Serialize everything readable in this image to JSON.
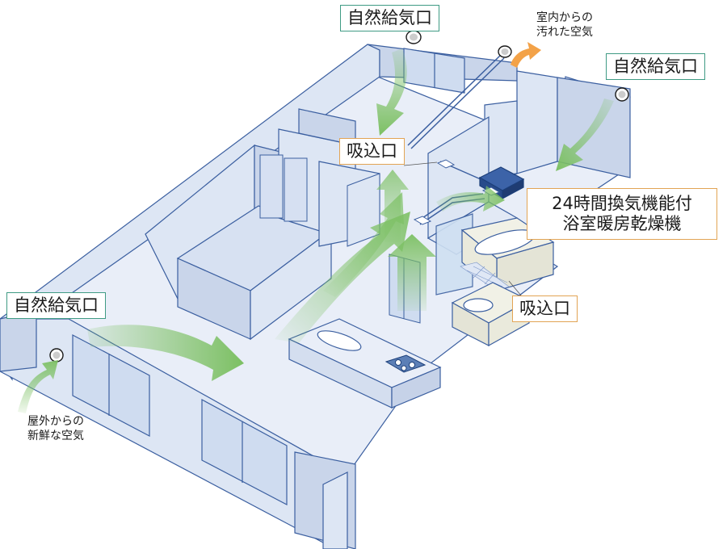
{
  "labels": {
    "natural_inlet": "自然給気口",
    "intake": "吸込口",
    "unit_line1": "24時間換気機能付",
    "unit_line2": "浴室暖房乾燥機"
  },
  "notes": {
    "dirty_air_line1": "室内からの",
    "dirty_air_line2": "汚れた空気",
    "fresh_air_line1": "屋外からの",
    "fresh_air_line2": "新鮮な空気"
  },
  "colors": {
    "wall_fill": "#dde6f4",
    "wall_side": "#c9d5ea",
    "wall_stroke": "#3b5fa0",
    "floor": "#e9eef8",
    "fresh_arrow": "#7cc063",
    "exhaust_arrow": "#f3a248",
    "inlet_border": "#3f9b84",
    "intake_border": "#e2a454"
  }
}
